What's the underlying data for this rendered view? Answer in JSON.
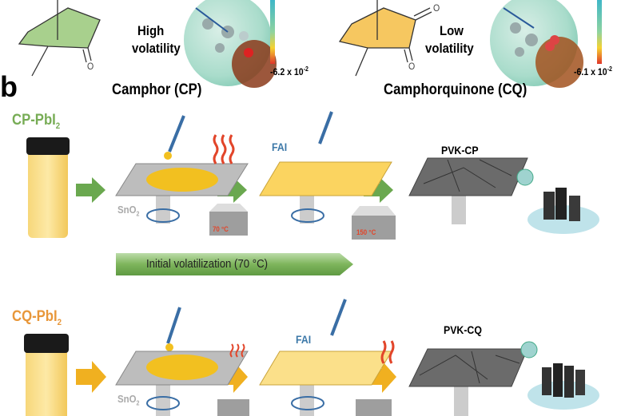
{
  "panel_a": {
    "cp": {
      "volatility_line1": "High",
      "volatility_line2": "volatility",
      "esp_min": "-6.2 x 10",
      "esp_exp": "-2",
      "carbonyl": "O"
    },
    "cq": {
      "volatility_line1": "Low",
      "volatility_line2": "volatility",
      "esp_min": "-6.1 x 10",
      "esp_exp": "-2",
      "carbonyl1": "O",
      "carbonyl2": "O"
    }
  },
  "panel_b": {
    "label": "b",
    "col_cp": "Camphor (CP)",
    "col_cq": "Camphorquinone (CQ)",
    "cp_row": {
      "precursor": "CP-PbI",
      "sub": "2",
      "substrate": "SnO",
      "substrate_sub": "2",
      "temp1": "70 °C",
      "fai": "FAI",
      "temp2": "150 °C",
      "product": "PVK-CP"
    },
    "banner": "Initial volatilization (70 °C)",
    "cq_row": {
      "precursor": "CQ-PbI",
      "sub": "2",
      "substrate": "SnO",
      "substrate_sub": "2",
      "fai": "FAI",
      "product": "PVK-CQ"
    }
  },
  "colors": {
    "cp": "#77ac55",
    "cq": "#e8973a",
    "arrow_green": "#6aa84f",
    "arrow_yellow": "#f0b020",
    "heat": "#e2452a",
    "fai": "#3c78a8"
  }
}
